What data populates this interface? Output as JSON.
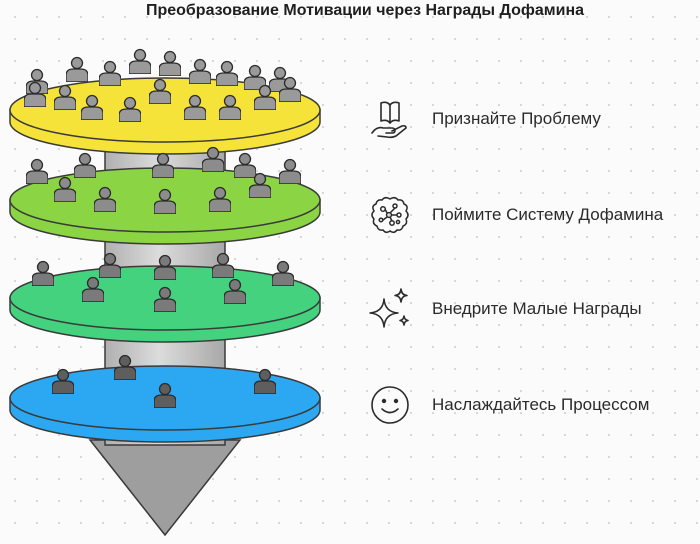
{
  "title": "Преобразование Мотивации через Награды Дофамина",
  "layers": [
    {
      "label": "Признайте Проблему",
      "icon": "hand-book-icon",
      "color": "#f6e33a",
      "people": 18
    },
    {
      "label": "Поймите Систему Дофамина",
      "icon": "brain-icon",
      "color": "#8bd444",
      "people": 11
    },
    {
      "label": "Внедрите Малые Награды",
      "icon": "sparkles-icon",
      "color": "#44d27e",
      "people": 8
    },
    {
      "label": "Наслаждайтесь Процессом",
      "icon": "smiley-icon",
      "color": "#2ca8f2",
      "people": 4
    }
  ]
}
